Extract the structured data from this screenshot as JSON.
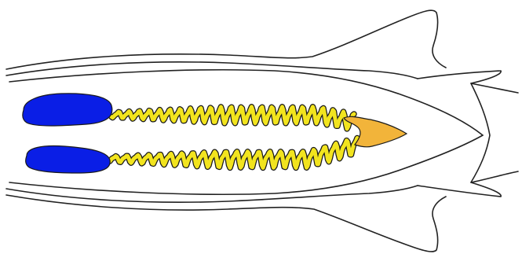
{
  "colors": {
    "background": "#ffffff",
    "outline": "#222222",
    "ovary": "#0a1ee6",
    "oviduct": "#f2e41e",
    "receptacle": "#f2b43a"
  },
  "structures": [
    {
      "key": "body-wall",
      "kind": "outline"
    },
    {
      "key": "upper-ovary",
      "kind": "ovary"
    },
    {
      "key": "lower-ovary",
      "kind": "ovary"
    },
    {
      "key": "upper-oviduct",
      "kind": "oviduct"
    },
    {
      "key": "lower-oviduct",
      "kind": "oviduct"
    },
    {
      "key": "seminal-receptacle",
      "kind": "receptacle"
    }
  ]
}
